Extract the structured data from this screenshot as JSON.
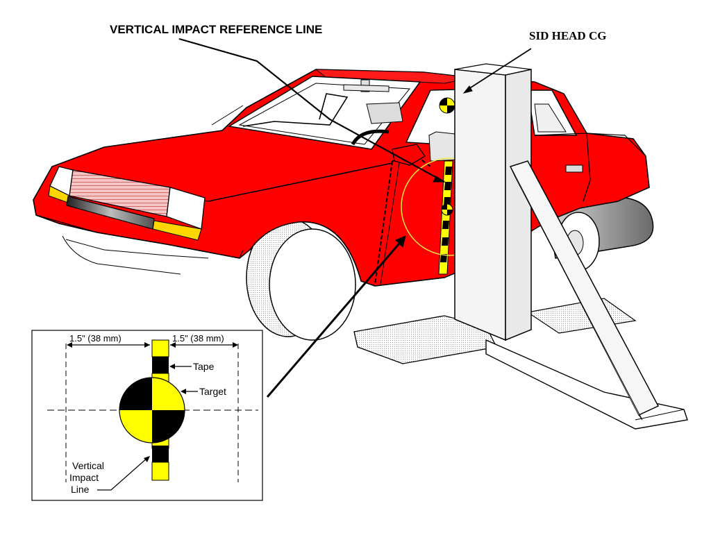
{
  "diagram": {
    "labels": {
      "reference_line": "VERTICAL IMPACT REFERENCE LINE",
      "head_cg": "SID HEAD CG"
    },
    "inset": {
      "dim_left": "1.5\" (38 mm)",
      "dim_right": "1.5\" (38 mm)",
      "tape": "Tape",
      "target": "Target",
      "vertical_line": [
        "Vertical",
        "Impact",
        "Line"
      ]
    },
    "colors": {
      "car_body": "#ff0000",
      "target_yellow": "#ffff00",
      "target_black": "#000000",
      "barrier": "#f4f4f4",
      "background": "#ffffff"
    }
  }
}
